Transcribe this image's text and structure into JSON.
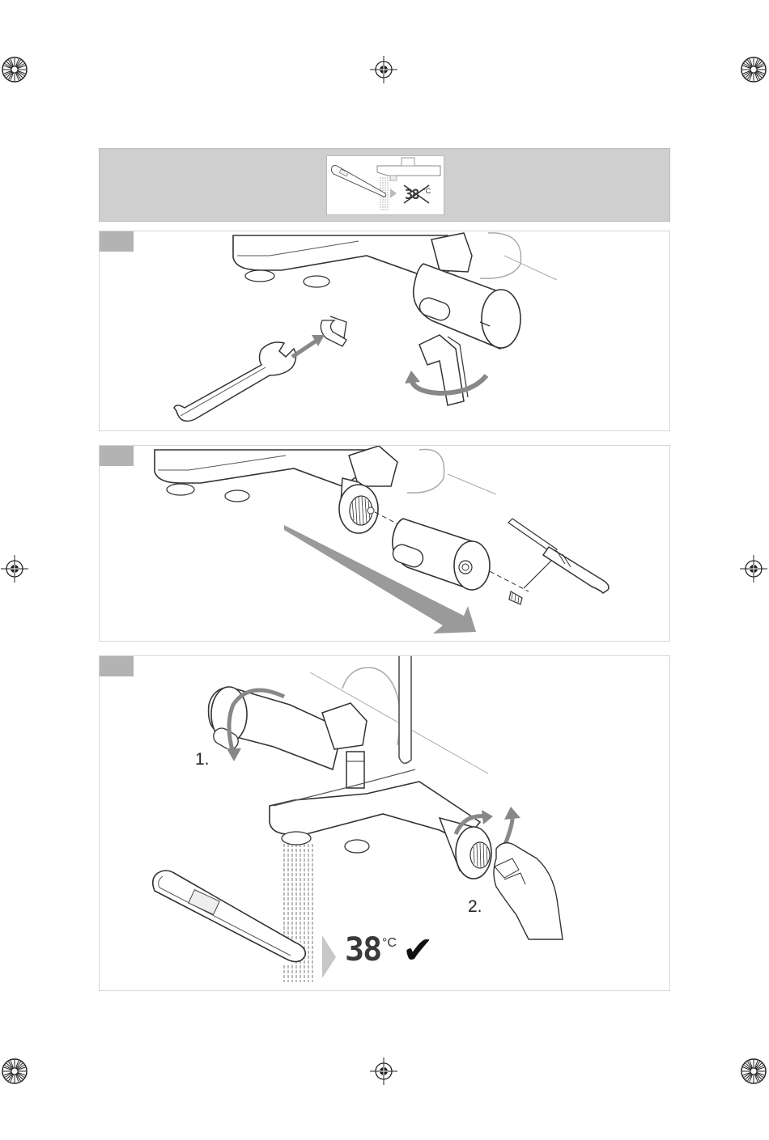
{
  "banner": {
    "thumbnail_temperature": "38",
    "thumbnail_unit": "°C"
  },
  "panel3": {
    "step1_label": "1.",
    "step2_label": "2.",
    "temperature": "38",
    "unit": "°C",
    "check_mark": "✔"
  }
}
